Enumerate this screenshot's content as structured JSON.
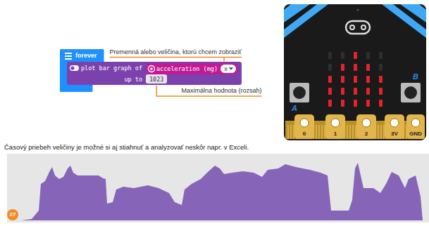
{
  "diagram": {
    "caption": "Časový priebeh veličiny je možné si aj stiahnuť a analyzovať neskôr napr. v Exceli.",
    "nodes": [
      {
        "text": [
          "forever"
        ]
      },
      {
        "text": [
          "plot bar graph of",
          "up to"
        ],
        "in": 0
      },
      {
        "text": [
          "acceleration (mg)"
        ],
        "in": 1
      },
      {
        "text": [
          "x"
        ],
        "in": 2
      },
      {
        "text": [
          "1023"
        ],
        "in": 1
      },
      {
        "text": [
          "27"
        ]
      }
    ],
    "labels": [
      "Premenná alebo veličina, ktorú chcem zobraziť",
      "Maximálna hodnota (rozsah)",
      "A",
      "B",
      "0",
      "1",
      "2",
      "3V",
      "GND"
    ]
  }
}
